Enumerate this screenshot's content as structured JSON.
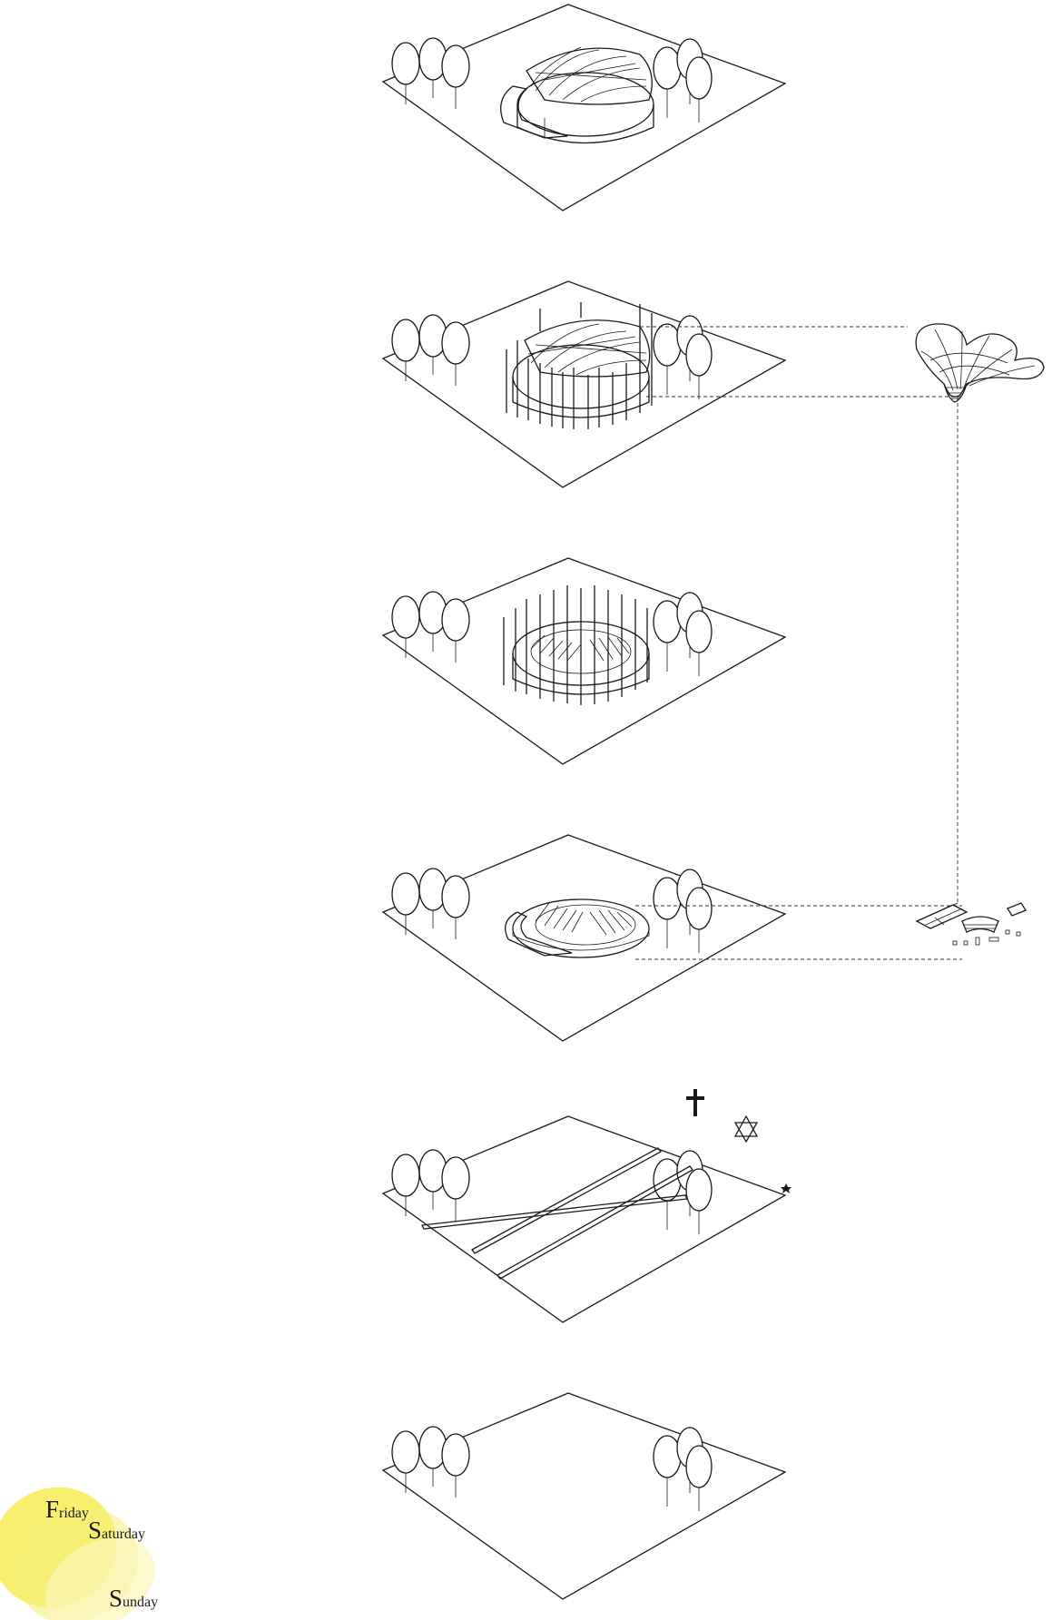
{
  "legend": {
    "days": [
      {
        "initial": "F",
        "rest": "riday"
      },
      {
        "initial": "S",
        "rest": "aturday"
      },
      {
        "initial": "S",
        "rest": "unday"
      }
    ],
    "colors": [
      "#f4ea3c",
      "#f7ef7a",
      "#fbf6b8"
    ]
  },
  "symbols": [
    "cross-icon",
    "star-of-david-icon",
    "crescent-star-icon"
  ],
  "layers": [
    {
      "name": "enclosure-layer"
    },
    {
      "name": "roof-structure-layer"
    },
    {
      "name": "columns-seating-layer"
    },
    {
      "name": "seating-base-layer"
    },
    {
      "name": "paths-layer"
    },
    {
      "name": "empty-site-layer"
    }
  ],
  "colors": {
    "ink": "#1a1a1a",
    "background": "#ffffff"
  }
}
